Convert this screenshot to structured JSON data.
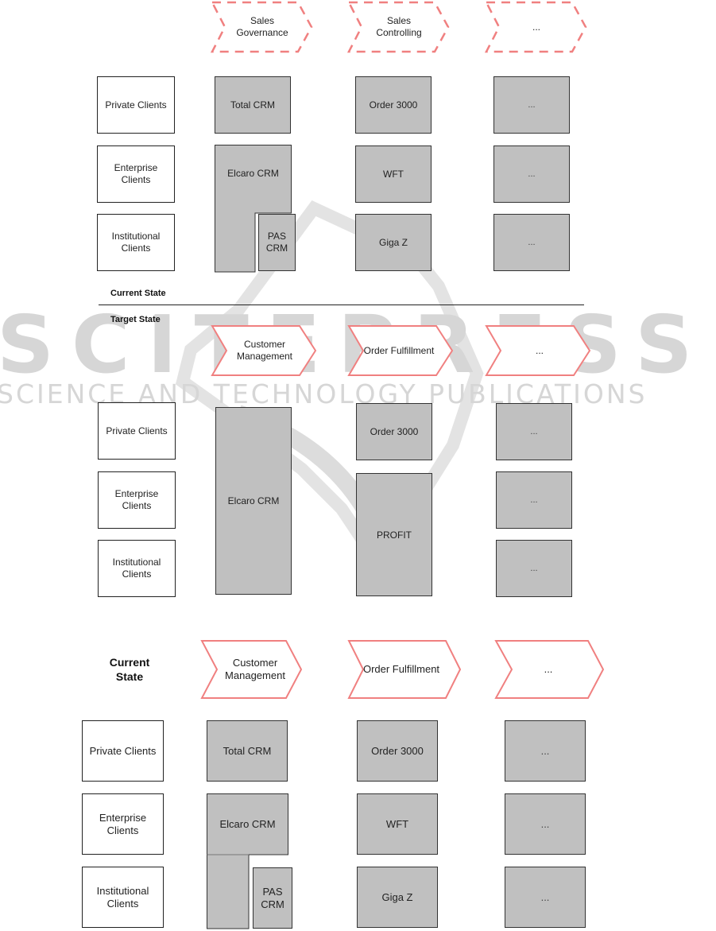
{
  "watermark": {
    "title": "SCITEPRESS",
    "subtitle": "SCIENCE AND TECHNOLOGY PUBLICATIONS"
  },
  "colors": {
    "chevron_stroke": "#f08080",
    "system_fill": "#c0c0c0",
    "client_fill": "#ffffff",
    "watermark": "#d6d6d6"
  },
  "current_top": {
    "processes": [
      "Sales\nGovernance",
      "Sales\nControlling",
      "..."
    ],
    "clients": [
      "Private Clients",
      "Enterprise\nClients",
      "Institutional\nClients"
    ],
    "col1": {
      "total_crm": "Total CRM",
      "elcaro_crm": "Elcaro CRM",
      "pas_crm": "PAS\nCRM"
    },
    "col2": [
      "Order 3000",
      "WFT",
      "Giga Z"
    ],
    "col3": [
      "...",
      "...",
      "..."
    ],
    "state_label": "Current State"
  },
  "target": {
    "state_label": "Target State",
    "processes": [
      "Customer\nManagement",
      "Order Fulfillment",
      "..."
    ],
    "clients": [
      "Private Clients",
      "Enterprise\nClients",
      "Institutional\nClients"
    ],
    "col1": "Elcaro CRM",
    "col2": [
      "Order 3000",
      "PROFIT"
    ],
    "col3": [
      "...",
      "...",
      "..."
    ]
  },
  "current_bottom": {
    "state_label": "Current\nState",
    "processes": [
      "Customer\nManagement",
      "Order Fulfillment",
      "..."
    ],
    "clients": [
      "Private Clients",
      "Enterprise\nClients",
      "Institutional\nClients"
    ],
    "col1": {
      "total_crm": "Total CRM",
      "elcaro_crm": "Elcaro CRM",
      "pas_crm": "PAS\nCRM"
    },
    "col2": [
      "Order 3000",
      "WFT",
      "Giga Z"
    ],
    "col3": [
      "...",
      "...",
      "..."
    ]
  }
}
